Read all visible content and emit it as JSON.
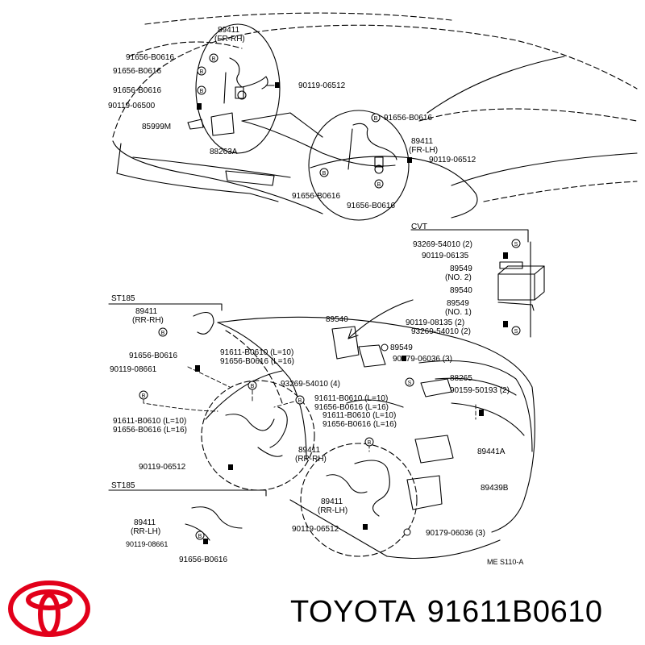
{
  "diagram": {
    "code": "ME  S110-A",
    "front": {
      "sensor_fr_rh": "89411",
      "sensor_fr_rh_sub": "(FR-RH)",
      "clamp_1": "91656-B0616",
      "clamp_2": "91656-B0616",
      "clamp_3": "91656-B0616",
      "bolt_06512": "90119-06512",
      "bolt_06500": "90119-06500",
      "p85999m": "85999M",
      "p88263a": "88263A",
      "clamp_lh_top": "91656-B0616",
      "sensor_fr_lh": "89411",
      "sensor_fr_lh_sub": "(FR-LH)",
      "bolt_lh": "90119-06512",
      "clamp_lh_left": "91656-B0616",
      "clamp_lh_bottom": "91656-B0616"
    },
    "cvt": {
      "label": "CVT",
      "p93269_top": "93269-54010 (2)",
      "p90119_06135": "90119-06135",
      "p89549_no2": "89549",
      "p89549_no2_sub": "(NO. 2)",
      "p89540": "89540",
      "p89549_no1": "89549",
      "p89549_no1_sub": "(NO. 1)",
      "p90119_08135": "90119-08135 (2)",
      "p93269_bottom": "93269-54010 (2)"
    },
    "rear": {
      "st185_top": "ST185",
      "sensor_rr_rh": "89411",
      "sensor_rr_rh_sub": "(RR-RH)",
      "clamp_rr_rh": "91656-B0616",
      "bolt_08661": "90119-08661",
      "p91611_a": "91611-B0610 (L=10)",
      "p91656_a": "91656-B0616 (L=16)",
      "p89540": "89540",
      "p89549": "89549",
      "p90179_top": "90179-06036 (3)",
      "p93269_4": "93269-54010 (4)",
      "p88265": "88265",
      "p90159": "90159-50193 (2)",
      "p91611_b": "91611-B0610 (L=10)",
      "p91656_b": "91656-B0616 (L=16)",
      "p91611_c": "91611-B0610 (L=10)",
      "p91656_c": "91656-B0616 (L=16)",
      "p91611_left": "91611-B0610 (L=10)",
      "p91656_left": "91656-B0616 (L=16)",
      "sensor_center": "89411",
      "sensor_center_sub": "(RR-RH)",
      "p89441a": "89441A",
      "bolt_06512_a": "90119-06512",
      "p89439b": "89439B",
      "st185_bottom": "ST185",
      "sensor_rr_lh_center": "89411",
      "sensor_rr_lh_center_sub": "(RR-LH)",
      "sensor_rr_lh_left": "89411",
      "sensor_rr_lh_left_sub": "(RR-LH)",
      "bolt_06512_b": "90119-06512",
      "p90179_bottom": "90179-06036 (3)",
      "bolt_08661_b": "90119-08661",
      "clamp_bottom": "91656-B0616"
    }
  },
  "footer": {
    "brand": "TOYOTA",
    "part_number": "91611B0610",
    "logo_color": "#e2001a"
  }
}
